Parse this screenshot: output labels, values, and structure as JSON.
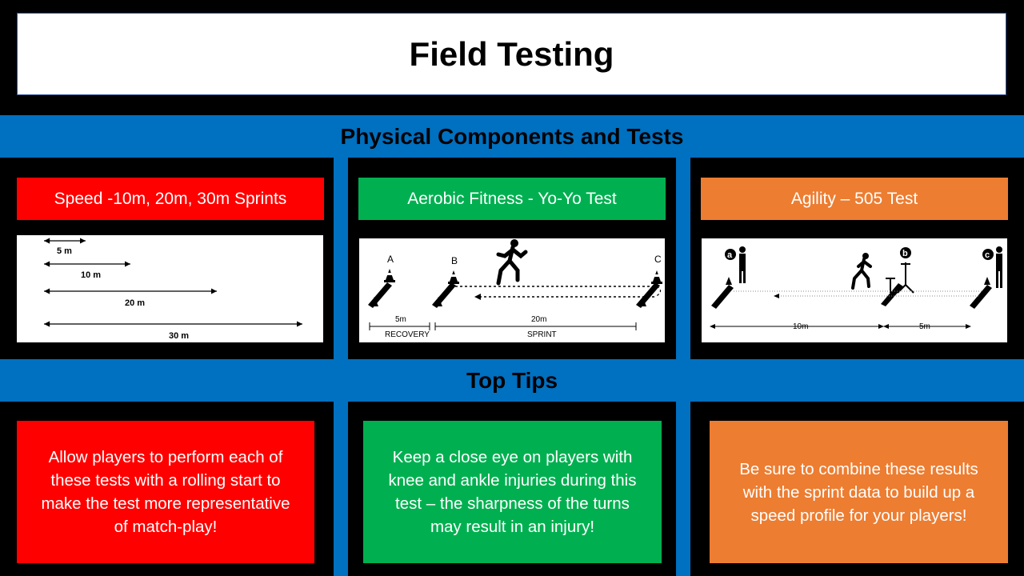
{
  "title": "Field Testing",
  "section1": "Physical Components and Tests",
  "section2": "Top Tips",
  "colors": {
    "blue": "#0070c0",
    "red": "#ff0000",
    "green": "#00b050",
    "orange": "#ed7d31"
  },
  "tests": [
    {
      "label": "Speed -10m, 20m, 30m Sprints"
    },
    {
      "label": "Aerobic Fitness - Yo-Yo Test"
    },
    {
      "label": "Agility – 505 Test"
    }
  ],
  "speed_diagram": {
    "d1": "5 m",
    "d2": "10 m",
    "d3": "20 m",
    "d4": "30 m"
  },
  "yoyo_diagram": {
    "a": "A",
    "b": "B",
    "c": "C",
    "recovery_dist": "5m",
    "recovery": "RECOVERY",
    "sprint_dist": "20m",
    "sprint": "SPRINT"
  },
  "agility_diagram": {
    "a": "a",
    "b": "b",
    "c": "c",
    "dist1": "10m",
    "dist2": "5m"
  },
  "tips": [
    {
      "lines": [
        "Allow players to perform each of",
        "these tests with a rolling start to",
        "make the test more representative",
        "of match-play!"
      ]
    },
    {
      "lines": [
        "Keep a close eye on players with",
        "knee and ankle injuries during this",
        "test – the sharpness of the turns",
        "may result in an injury!"
      ]
    },
    {
      "lines": [
        "Be sure to combine these results",
        "with the sprint data to build up a",
        "speed profile for your players!"
      ]
    }
  ]
}
